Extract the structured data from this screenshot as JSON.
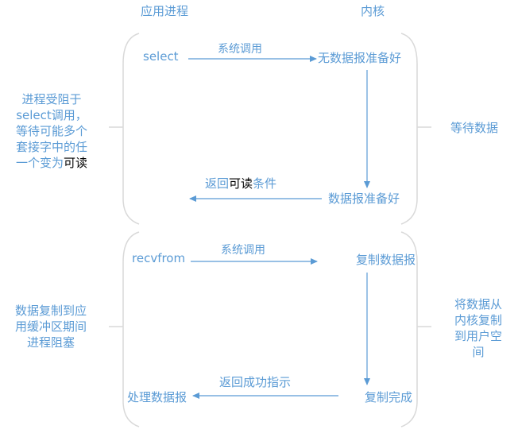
{
  "headers": {
    "app": "应用进程",
    "kernel": "内核"
  },
  "phase1": {
    "select_label": "select",
    "syscall_label": "系统调用",
    "no_data_label": "无数据报准备好",
    "data_ready_label": "数据报准备好",
    "return_readable_pre": "返回",
    "return_readable_bold": "可读",
    "return_readable_post": "条件",
    "left_note_lines": [
      "进程受阻于",
      "select调用，",
      "等待可能多个",
      "套接字中的任"
    ],
    "left_note_last_pre": "一个变为",
    "left_note_last_bold": "可读",
    "right_note": "等待数据"
  },
  "phase2": {
    "recvfrom_label": "recvfrom",
    "syscall_label": "系统调用",
    "copy_label": "复制数据报",
    "copy_done_label": "复制完成",
    "return_success_label": "返回成功指示",
    "process_label": "处理数据报",
    "left_note_lines": [
      "数据复制到应",
      "用缓冲区期间",
      "进程阻塞"
    ],
    "right_note_lines": [
      "将数据从",
      "内核复制",
      "到用户空",
      "间"
    ]
  },
  "colors": {
    "accent": "#5b9bd5",
    "bracket": "#d9d9d9",
    "dark_text": "#000000"
  }
}
